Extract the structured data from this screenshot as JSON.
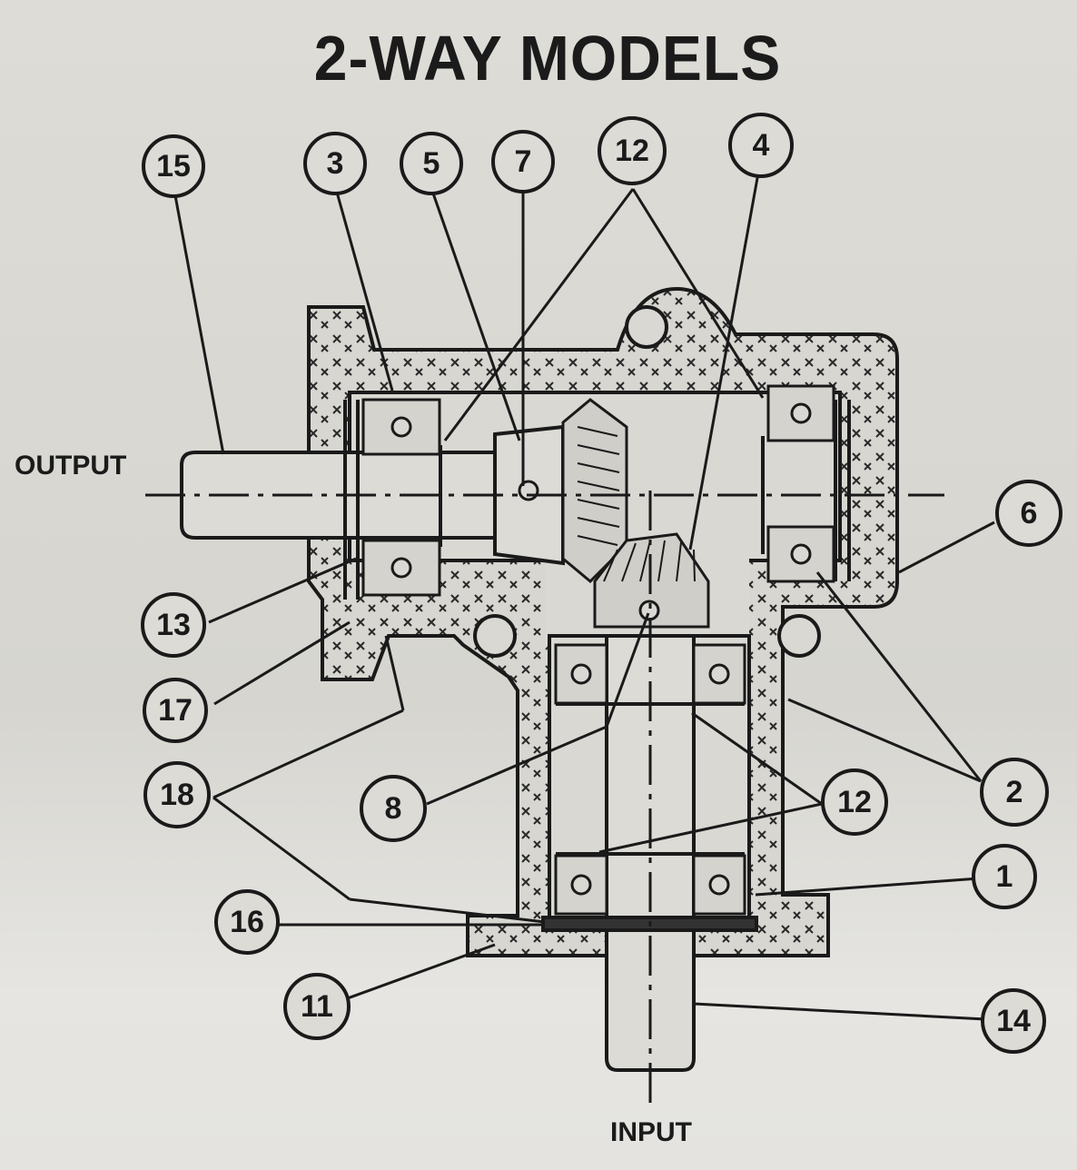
{
  "title": "2-WAY MODELS",
  "labels": {
    "output": "OUTPUT",
    "input": "INPUT"
  },
  "callouts": [
    "15",
    "3",
    "5",
    "7",
    "12",
    "4",
    "6",
    "13",
    "17",
    "18",
    "8",
    "12",
    "2",
    "1",
    "16",
    "11",
    "14"
  ],
  "colors": {
    "ink": "#1a1a1a",
    "paper": "#dcdbd6"
  }
}
